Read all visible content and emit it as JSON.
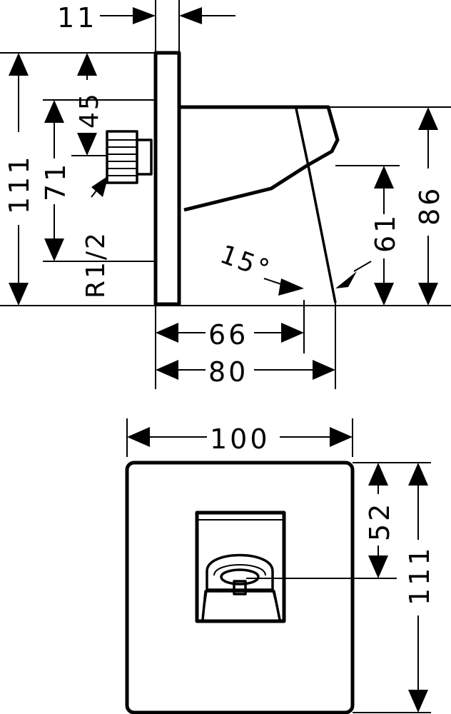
{
  "side_view": {
    "dim_top_width": "11",
    "dim_total_height": "111",
    "dim_upper_offset": "45",
    "dim_thread_height": "71",
    "thread_label": "R1/2",
    "dim_angle": "15°",
    "dim_spout_height": "86",
    "dim_outlet_height": "61",
    "dim_projection_inner": "66",
    "dim_projection_outer": "80"
  },
  "front_view": {
    "dim_width": "100",
    "dim_upper_offset": "52",
    "dim_total_height": "111"
  }
}
